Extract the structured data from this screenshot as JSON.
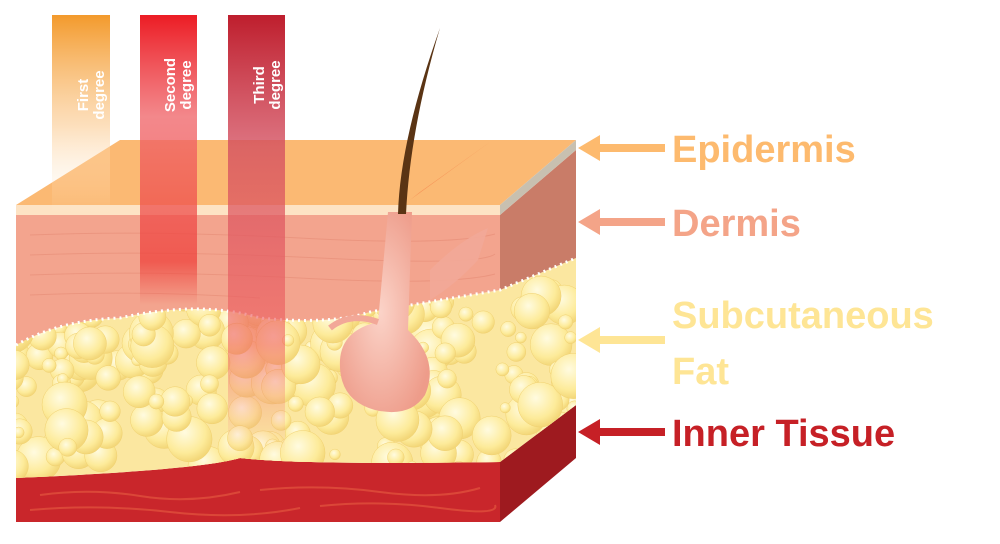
{
  "burn_degrees": [
    {
      "line1": "First",
      "line2": "degree",
      "color": "#F39A2C"
    },
    {
      "line1": "Second",
      "line2": "degree",
      "color": "#EC1C24"
    },
    {
      "line1": "Third",
      "line2": "degree",
      "color": "#BE1E2D"
    }
  ],
  "layers": [
    {
      "label": "Epidermis",
      "color": "#FDBA6E"
    },
    {
      "label": "Dermis",
      "color": "#F4A488"
    },
    {
      "label": "Subcutaneous",
      "label2": "Fat",
      "color": "#FEE595"
    },
    {
      "label": "Inner Tissue",
      "color": "#C62026"
    }
  ]
}
